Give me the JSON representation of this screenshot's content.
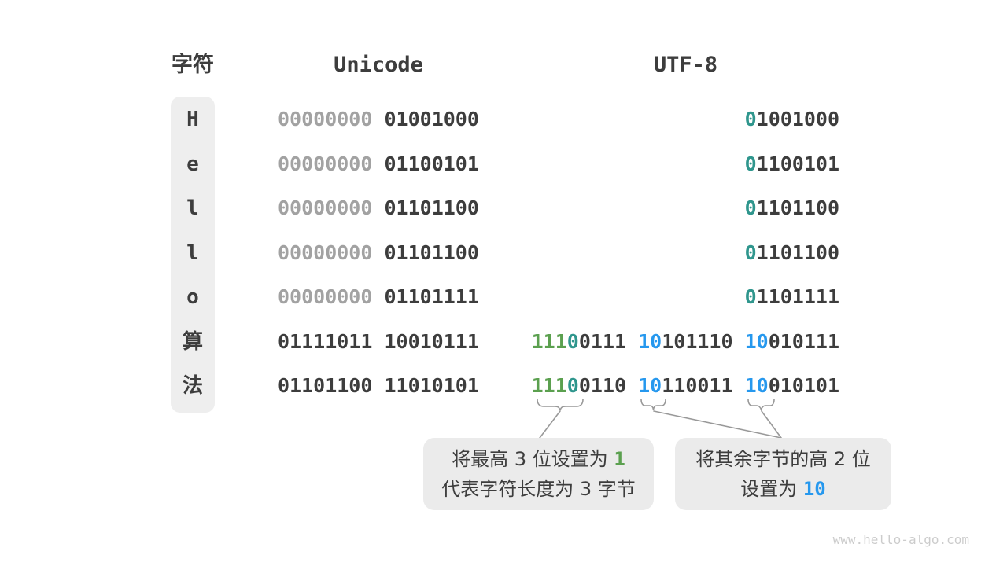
{
  "header": {
    "char": "字符",
    "unicode": "Unicode",
    "utf8": "UTF-8"
  },
  "rows": [
    {
      "char": "H",
      "unicode": [
        {
          "t": "00000000",
          "c": "gray"
        },
        {
          "t": " ",
          "c": "dark"
        },
        {
          "t": "01001000",
          "c": "dark"
        }
      ],
      "utf8": [
        {
          "t": "0",
          "c": "teal"
        },
        {
          "t": "1001000",
          "c": "dark"
        }
      ]
    },
    {
      "char": "e",
      "unicode": [
        {
          "t": "00000000",
          "c": "gray"
        },
        {
          "t": " ",
          "c": "dark"
        },
        {
          "t": "01100101",
          "c": "dark"
        }
      ],
      "utf8": [
        {
          "t": "0",
          "c": "teal"
        },
        {
          "t": "1100101",
          "c": "dark"
        }
      ]
    },
    {
      "char": "l",
      "unicode": [
        {
          "t": "00000000",
          "c": "gray"
        },
        {
          "t": " ",
          "c": "dark"
        },
        {
          "t": "01101100",
          "c": "dark"
        }
      ],
      "utf8": [
        {
          "t": "0",
          "c": "teal"
        },
        {
          "t": "1101100",
          "c": "dark"
        }
      ]
    },
    {
      "char": "l",
      "unicode": [
        {
          "t": "00000000",
          "c": "gray"
        },
        {
          "t": " ",
          "c": "dark"
        },
        {
          "t": "01101100",
          "c": "dark"
        }
      ],
      "utf8": [
        {
          "t": "0",
          "c": "teal"
        },
        {
          "t": "1101100",
          "c": "dark"
        }
      ]
    },
    {
      "char": "o",
      "unicode": [
        {
          "t": "00000000",
          "c": "gray"
        },
        {
          "t": " ",
          "c": "dark"
        },
        {
          "t": "01101111",
          "c": "dark"
        }
      ],
      "utf8": [
        {
          "t": "0",
          "c": "teal"
        },
        {
          "t": "1101111",
          "c": "dark"
        }
      ]
    },
    {
      "char": "算",
      "unicode": [
        {
          "t": "01111011 10010111",
          "c": "dark"
        }
      ],
      "utf8": [
        {
          "t": "111",
          "c": "green"
        },
        {
          "t": "0",
          "c": "teal"
        },
        {
          "t": "0111 ",
          "c": "dark"
        },
        {
          "t": "10",
          "c": "blue"
        },
        {
          "t": "101110 ",
          "c": "dark"
        },
        {
          "t": "10",
          "c": "blue"
        },
        {
          "t": "010111",
          "c": "dark"
        }
      ]
    },
    {
      "char": "法",
      "unicode": [
        {
          "t": "01101100 11010101",
          "c": "dark"
        }
      ],
      "utf8": [
        {
          "t": "111",
          "c": "green"
        },
        {
          "t": "0",
          "c": "teal"
        },
        {
          "t": "0110 ",
          "c": "dark"
        },
        {
          "t": "10",
          "c": "blue"
        },
        {
          "t": "110011 ",
          "c": "dark"
        },
        {
          "t": "10",
          "c": "blue"
        },
        {
          "t": "010101",
          "c": "dark"
        }
      ]
    }
  ],
  "callouts": {
    "left": {
      "lines": [
        [
          {
            "t": "将最高 3 位设置为 ",
            "c": "dark"
          },
          {
            "t": "1",
            "c": "green",
            "accent": true
          }
        ],
        [
          {
            "t": "代表字符长度为 3 字节",
            "c": "dark"
          }
        ]
      ]
    },
    "right": {
      "lines": [
        [
          {
            "t": "将其余字节的高 2 位",
            "c": "dark"
          }
        ],
        [
          {
            "t": "设置为 ",
            "c": "dark"
          },
          {
            "t": "10",
            "c": "blue",
            "accent": true
          }
        ]
      ]
    }
  },
  "watermark": "www.hello-algo.com",
  "colors": {
    "dark": "#3d3d3d",
    "gray": "#a2a2a2",
    "teal": "#2f968d",
    "green": "#5ba04f",
    "blue": "#2698ee",
    "boxBg": "#ebebeb",
    "colBg": "#eeeeee",
    "brace": "#999999",
    "watermark": "#cccccc"
  }
}
